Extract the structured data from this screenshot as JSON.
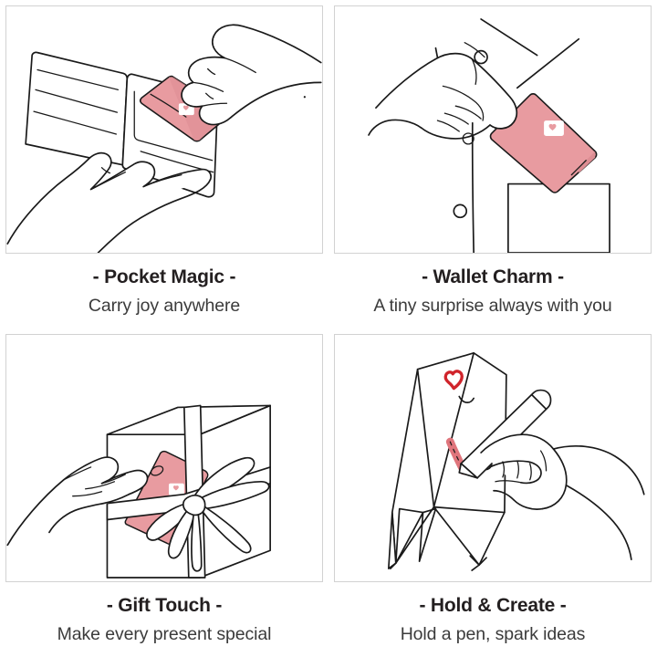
{
  "layout": {
    "columns": 2,
    "rows": 2,
    "background": "#ffffff",
    "panel_border_color": "#d2d2d2"
  },
  "palette": {
    "card_pink": "#e89ba0",
    "card_pink_shade": "#dd8d93",
    "logo_red": "#d0242b",
    "line_ink": "#1a1a1a",
    "title_text": "#231f20",
    "subtitle_text": "#3b3b3b"
  },
  "panels": [
    {
      "id": "pocket-magic",
      "title": "- Pocket Magic -",
      "subtitle": "Carry joy anywhere",
      "illustration": "hand-inserting-pink-card-into-open-bifold-wallet",
      "card_icon": "logo-glyph"
    },
    {
      "id": "wallet-charm",
      "title": "- Wallet Charm -",
      "subtitle": "A tiny surprise always with you",
      "illustration": "hand-slipping-pink-card-into-shirt-pocket",
      "card_icon": "logo-glyph"
    },
    {
      "id": "gift-touch",
      "title": "- Gift Touch -",
      "subtitle": "Make every present special",
      "illustration": "hand-tucking-pink-card-under-gift-box-ribbon-bow",
      "card_icon": "logo-glyph"
    },
    {
      "id": "hold-create",
      "title": "- Hold & Create -",
      "subtitle": "Hold a pen, spark ideas",
      "illustration": "hand-with-pen-drawing-on-folded-paper-stand",
      "card_icon": "heart-logo"
    }
  ]
}
